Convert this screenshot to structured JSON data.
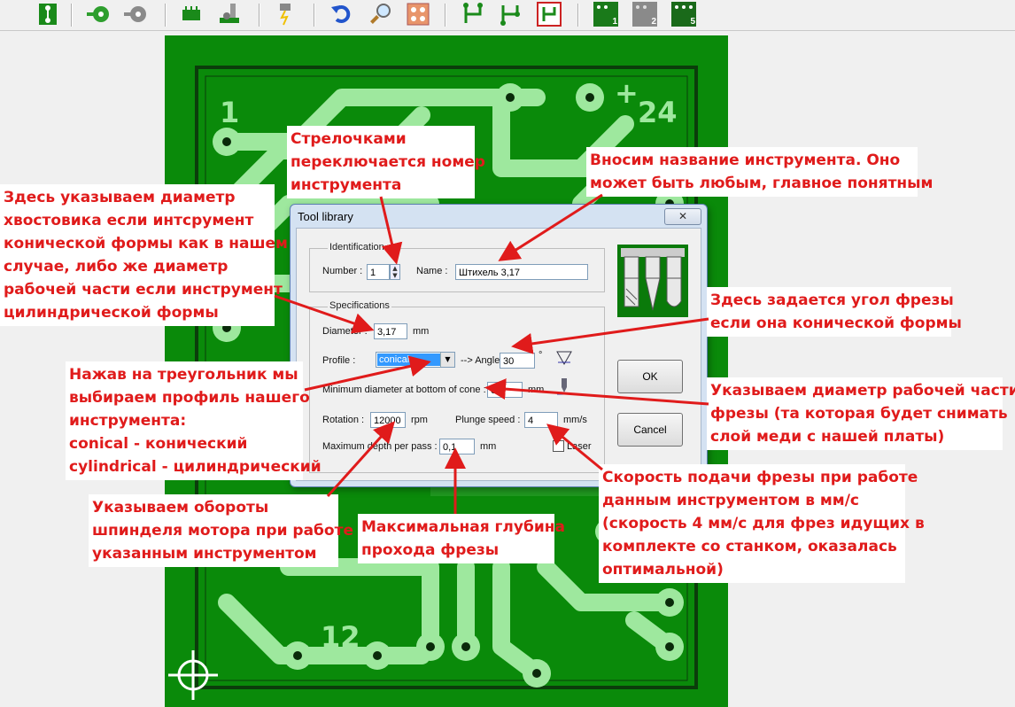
{
  "toolbar": {
    "tool_icons": [
      "board-icon",
      "pad-icon",
      "pad-gray-icon",
      "component-icon",
      "mill-icon",
      "laser-icon",
      "undo-icon",
      "zoom-icon",
      "drill-pattern-icon",
      "layer-top-icon",
      "layer-bottom-icon",
      "layer-select-icon",
      "layer-1-icon",
      "layer-2-icon",
      "layer-5-icon"
    ],
    "layer_labels": [
      "1",
      "2",
      "5"
    ]
  },
  "pcb": {
    "labels": [
      "1",
      "24",
      "+",
      "12"
    ],
    "colors": {
      "board": "#0a8a0a",
      "traces": "#9ee89e",
      "frame": "#0b3d0b"
    }
  },
  "dialog": {
    "title": "Tool library",
    "close_label": "✕",
    "identification": {
      "group_title": "Identification",
      "number_label": "Number :",
      "number_value": "1",
      "name_label": "Name :",
      "name_value": "Штихель 3,17"
    },
    "specifications": {
      "group_title": "Specifications",
      "diameter_label": "Diameter :",
      "diameter_value": "3,17",
      "diameter_unit": "mm",
      "profile_label": "Profile :",
      "profile_value": "conical",
      "angle_label": "--> Angle :",
      "angle_value": "30",
      "angle_unit": "°",
      "min_diameter_label": "Minimum diameter at bottom of cone :",
      "min_diameter_value": "0,1",
      "min_diameter_unit": "mm",
      "rotation_label": "Rotation :",
      "rotation_value": "12000",
      "rotation_unit": "rpm",
      "plunge_label": "Plunge speed :",
      "plunge_value": "4",
      "plunge_unit": "mm/s",
      "max_depth_label": "Maximum depth per pass :",
      "max_depth_value": "0,1",
      "max_depth_unit": "mm",
      "laser_label": "Laser"
    },
    "ok_label": "OK",
    "cancel_label": "Cancel"
  },
  "annotations": {
    "color": "#e01b1b",
    "arrows_text": [
      [
        "Стрелочками",
        "переключается номер",
        "инструмента"
      ],
      [
        "Вносим название инструмента. Оно",
        "может быть любым, главное понятным"
      ],
      [
        "Здесь указываем диаметр",
        "хвостовика если интсрумент",
        "конической формы как в нашем",
        "случае, либо же диаметр",
        "рабочей части если инструмент",
        "цилиндрической формы"
      ],
      [
        "Здесь задается угол фрезы",
        "если она конической формы"
      ],
      [
        "Нажав на треугольник мы",
        "выбираем профиль нашего",
        "инструмента:",
        "conical - конический",
        "cylindrical - цилиндрический"
      ],
      [
        "Указываем диаметр рабочей части",
        "фрезы (та которая будет снимать",
        "слой меди с нашей платы)"
      ],
      [
        "Указываем обороты",
        "шпинделя мотора при работе",
        "указанным инструментом"
      ],
      [
        "Максимальная глубина",
        "прохода фрезы"
      ],
      [
        "Скорость подачи фрезы при работе",
        "данным инструментом в мм/с",
        "(скорость 4 мм/с для фрез идущих в",
        "комплекте со станком, оказалась",
        "оптимальной)"
      ]
    ]
  }
}
